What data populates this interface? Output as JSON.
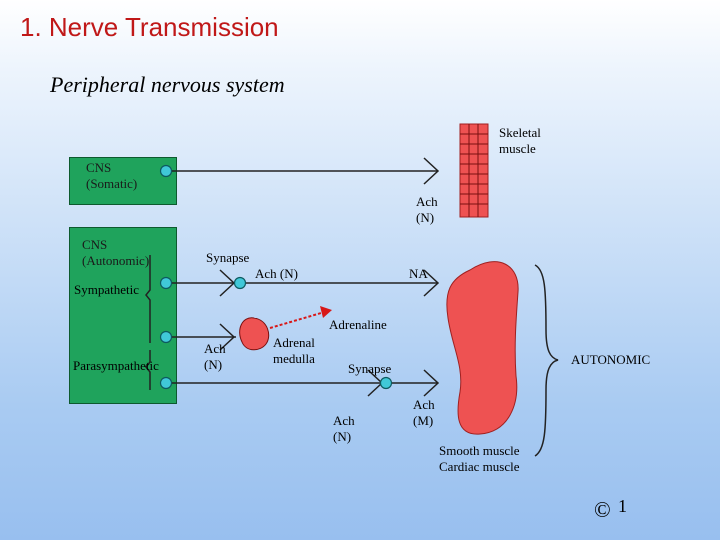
{
  "title": "1. Nerve Transmission",
  "subtitle": "Peripheral nervous system",
  "boxes": {
    "cns_somatic": "CNS\n(Somatic)",
    "cns_autonomic": "CNS\n(Autonomic)"
  },
  "labels": {
    "sympathetic": "Sympathetic",
    "parasympathetic": "Parasympathetic",
    "skeletal_muscle": "Skeletal\nmuscle",
    "ach_n_somatic": "Ach\n(N)",
    "synapse_top": "Synapse",
    "ach_n_ganglion": "Ach (N)",
    "na": "NA",
    "adrenaline": "Adrenaline",
    "ach_n_adrenal": "Ach\n(N)",
    "adrenal_medulla": "Adrenal\nmedulla",
    "synapse_bottom": "Synapse",
    "ach_n_para": "Ach\n(N)",
    "ach_m": "Ach\n(M)",
    "autonomic": "AUTONOMIC",
    "smooth_cardiac": "Smooth muscle\nCardiac muscle"
  },
  "footer": {
    "copyright": "©",
    "page_number": "1"
  },
  "colors": {
    "title": "#c01818",
    "cns_box": "#1fa35c",
    "muscle_fill": "#ee5252",
    "neuron_cell": "#40c8d8",
    "adrenal_arrow": "#d81818"
  }
}
